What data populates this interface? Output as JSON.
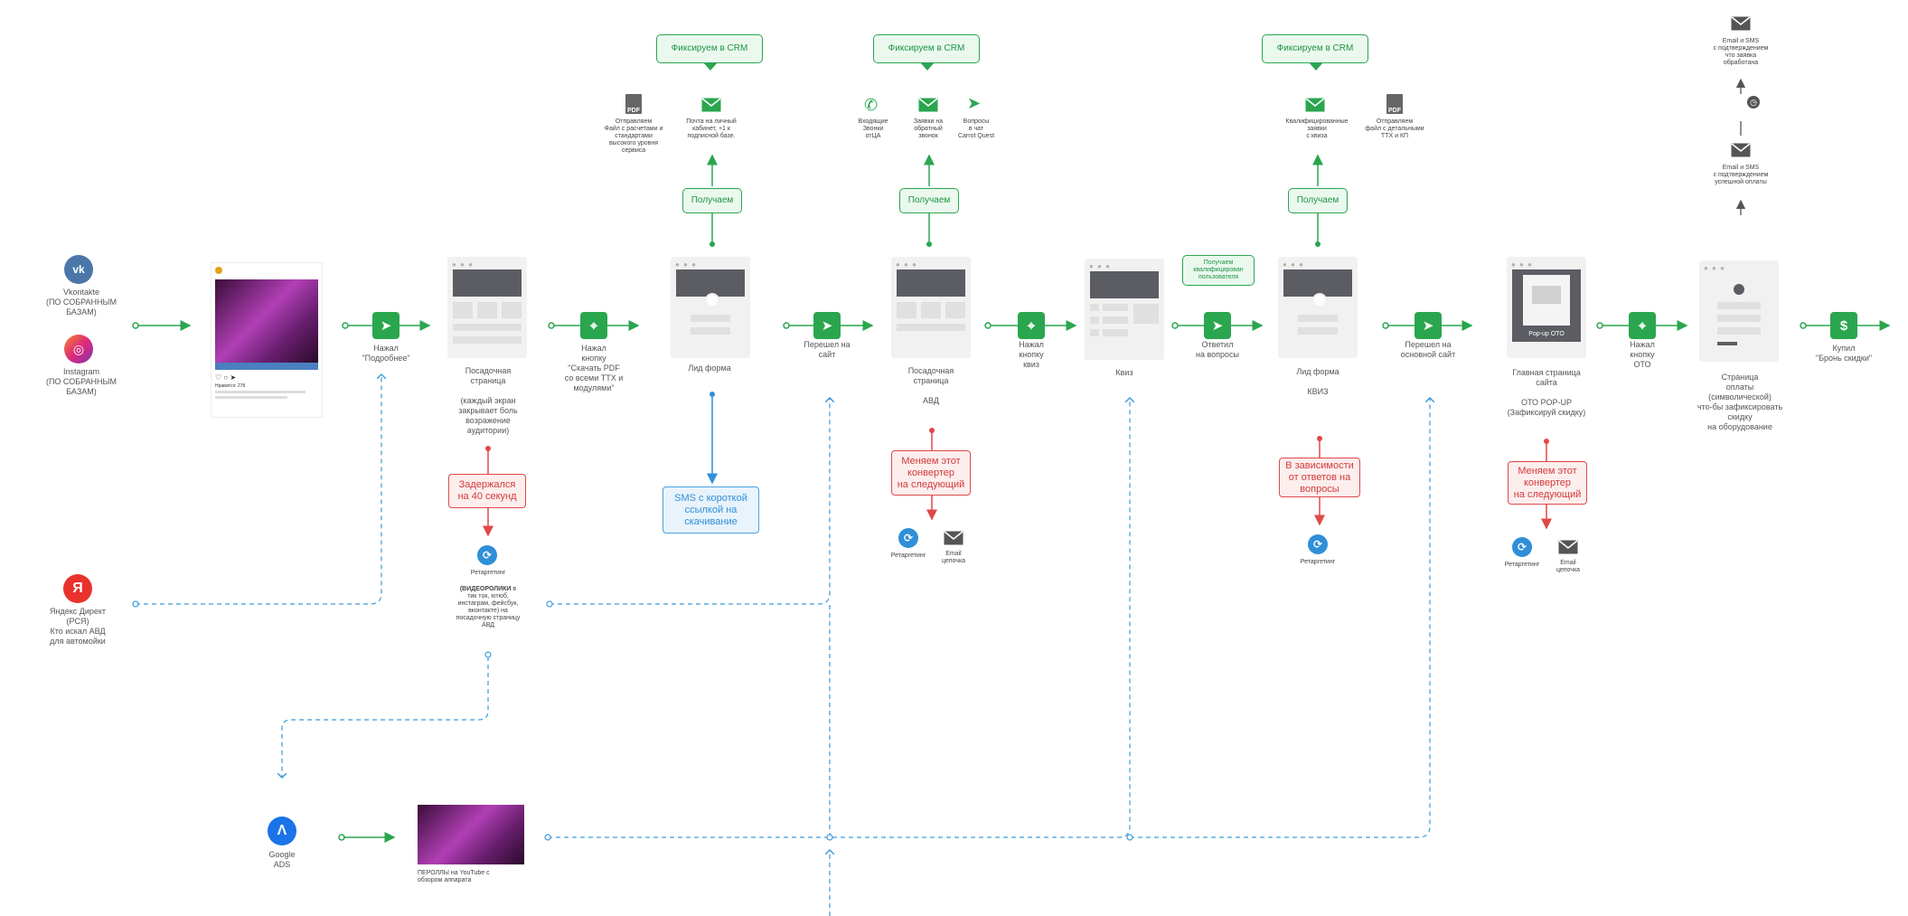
{
  "nodes": {
    "vk": {
      "label": "Vkontakte\n(ПО СОБРАННЫМ\nБАЗАМ)",
      "icon": "vk-icon"
    },
    "insta": {
      "label": "Instagram\n(ПО СОБРАННЫМ\nБАЗАМ)",
      "icon": "instagram-icon"
    },
    "yandex": {
      "label": "Яндекс Директ\n(РСЯ)\nКто искал АВД\nдля автомойки",
      "icon_text": "Я"
    },
    "gads": {
      "label": "Google\nADS",
      "icon": "google-ads-icon"
    },
    "insta_post_likes": "Нравится: 278",
    "step_podrobnee": "Нажал\n\"Подробнее\"",
    "landing1": "Посадочная\nстраница\n\n(каждый экран\nзакрывает боль\nвозражение\nаудитории)",
    "step_pdf": "Нажал\nкнопку\n\"Скачать PDF\nсо всеми ТТХ и\nмодулями\"",
    "lead_form1": "Лид форма",
    "step_site": "Перешел на\nсайт",
    "landing2": "Посадочная\nстраница\n\nАВД",
    "step_quiz": "Нажал\nкнопку\nквиз",
    "quiz": "Квиз",
    "step_answered": "Ответил\nна вопросы",
    "lead_form2": "Лид форма\n\nКВИЗ",
    "step_main_site": "Перешел на\nосновной сайт",
    "main_page": "Главная страница\nсайта\n\nОТО POP-UP\n(Зафиксируй скидку)",
    "popup_label": "Pop-up OTO",
    "step_oto": "Нажал\nкнопку\nОТО",
    "payment_page": "Страница\nоплаты\n(символической)\nчто-бы зафиксировать\nскидку\nна оборудование",
    "step_buy": "Купил\n\"Бронь скидки\"",
    "youtube_preroll": "ПЕРОЛЛЫ на YouTube с\nобзором аппарата"
  },
  "crm_boxes": [
    "Фиксируем в CRM",
    "Фиксируем в CRM",
    "Фиксируем в CRM"
  ],
  "receive_boxes": [
    "Получаем",
    "Получаем",
    "Получаем"
  ],
  "crm_items": {
    "c1_pdf": "Отправляем\nФайл с расчетами и\nстандартами\nвысокого уровня\nсервиса",
    "c1_email": "Почта на личный\nкабинет, +1 к\nподписной базе.",
    "c2_phone": "Входящие\nЗвонки\nотЦА",
    "c2_email": "Заявки на\nобратный\nзвонок",
    "c2_tg": "Вопросы\nв чат\nCarrot Quest",
    "c3_email": "Квалифицированные\nзаявки\nс квиза",
    "c3_pdf": "Отправляем\nфайл с детальными\nТТХ и КП",
    "pay_email1": "Email и SMS\nс подтверждением\nуспешной оплаты",
    "pay_email2": "Email и SMS\nс подтверждением\nчто заявка\nобработана"
  },
  "qualify_box": "Получаем\nквалифицирован\nпользователя",
  "red_boxes": {
    "delay": "Задержался\nна 40 секунд",
    "change1": "Меняем этот\nконвертер\nна следующий",
    "depends": "В зависимости\nот ответов на\nвопросы",
    "change2": "Меняем этот\nконвертер\nна следующий"
  },
  "sms_box": "SMS с короткой\nссылкой на\nскачивание",
  "retarget_labels": {
    "r1": "Ретаргетинг",
    "r1_desc_bold": "(ВИДЕОРОЛИКИ",
    "r1_desc": " в\nтик ток, ютюб,\nинстаграм, фейсбук,\nвконтакте) на\nпосадочную страницу\nАВД",
    "r2": "Ретаргетинг",
    "r2_email": "Email\nцепочка",
    "r3": "Ретаргетинг",
    "r4": "Ретаргетинг",
    "r4_email": "Email\nцепочка"
  },
  "icons": [
    "telegram-icon",
    "cursor-click-icon",
    "email-icon",
    "pdf-icon",
    "phone-icon",
    "retarget-icon",
    "dollar-icon",
    "clock-icon"
  ],
  "colors": {
    "green": "#2aa64f",
    "red": "#e04848",
    "blue": "#4aa0e0",
    "vk": "#4a76a8",
    "instagram": "#c13584",
    "yandex": "#e8322b",
    "gads": "#1a73e8"
  }
}
